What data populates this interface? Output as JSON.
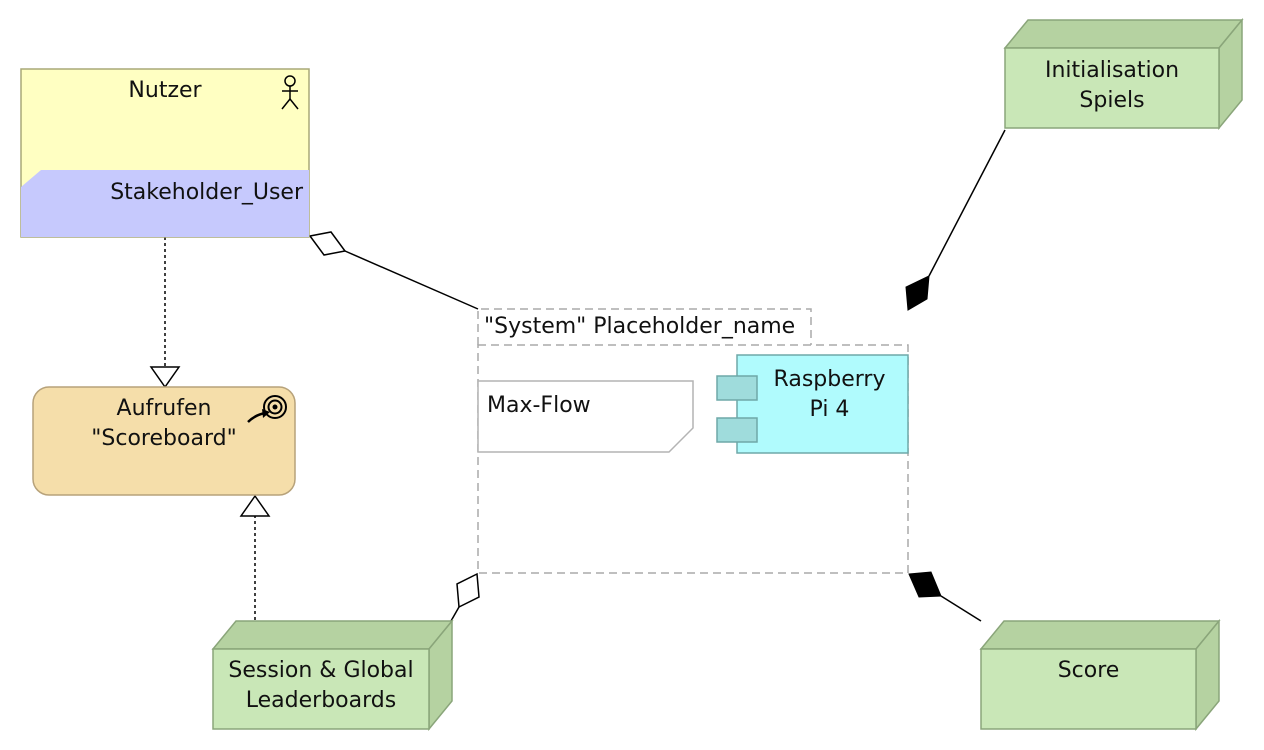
{
  "diagram": {
    "actor": {
      "name": "Nutzer",
      "role": "Stakeholder_User"
    },
    "goal": {
      "label": "Aufrufen\n\"Scoreboard\""
    },
    "system": {
      "label": "\"System\" Placeholder_name"
    },
    "function": {
      "label": "Max-Flow"
    },
    "component": {
      "label": "Raspberry\nPi 4"
    },
    "nodes": [
      {
        "id": "init",
        "label": "Initialisation\nSpiels"
      },
      {
        "id": "leaderboards",
        "label": "Session & Global\nLeaderboards"
      },
      {
        "id": "score",
        "label": "Score"
      }
    ]
  },
  "colors": {
    "actor_fill": "#ffffc2",
    "role_fill": "#c6c9fd",
    "goal_fill": "#f5deaa",
    "node_fill": "#c9e7b7",
    "node_side": "#b5d2a1",
    "component_fill": "#b0fbfd",
    "component_port": "#9fdcdc"
  }
}
